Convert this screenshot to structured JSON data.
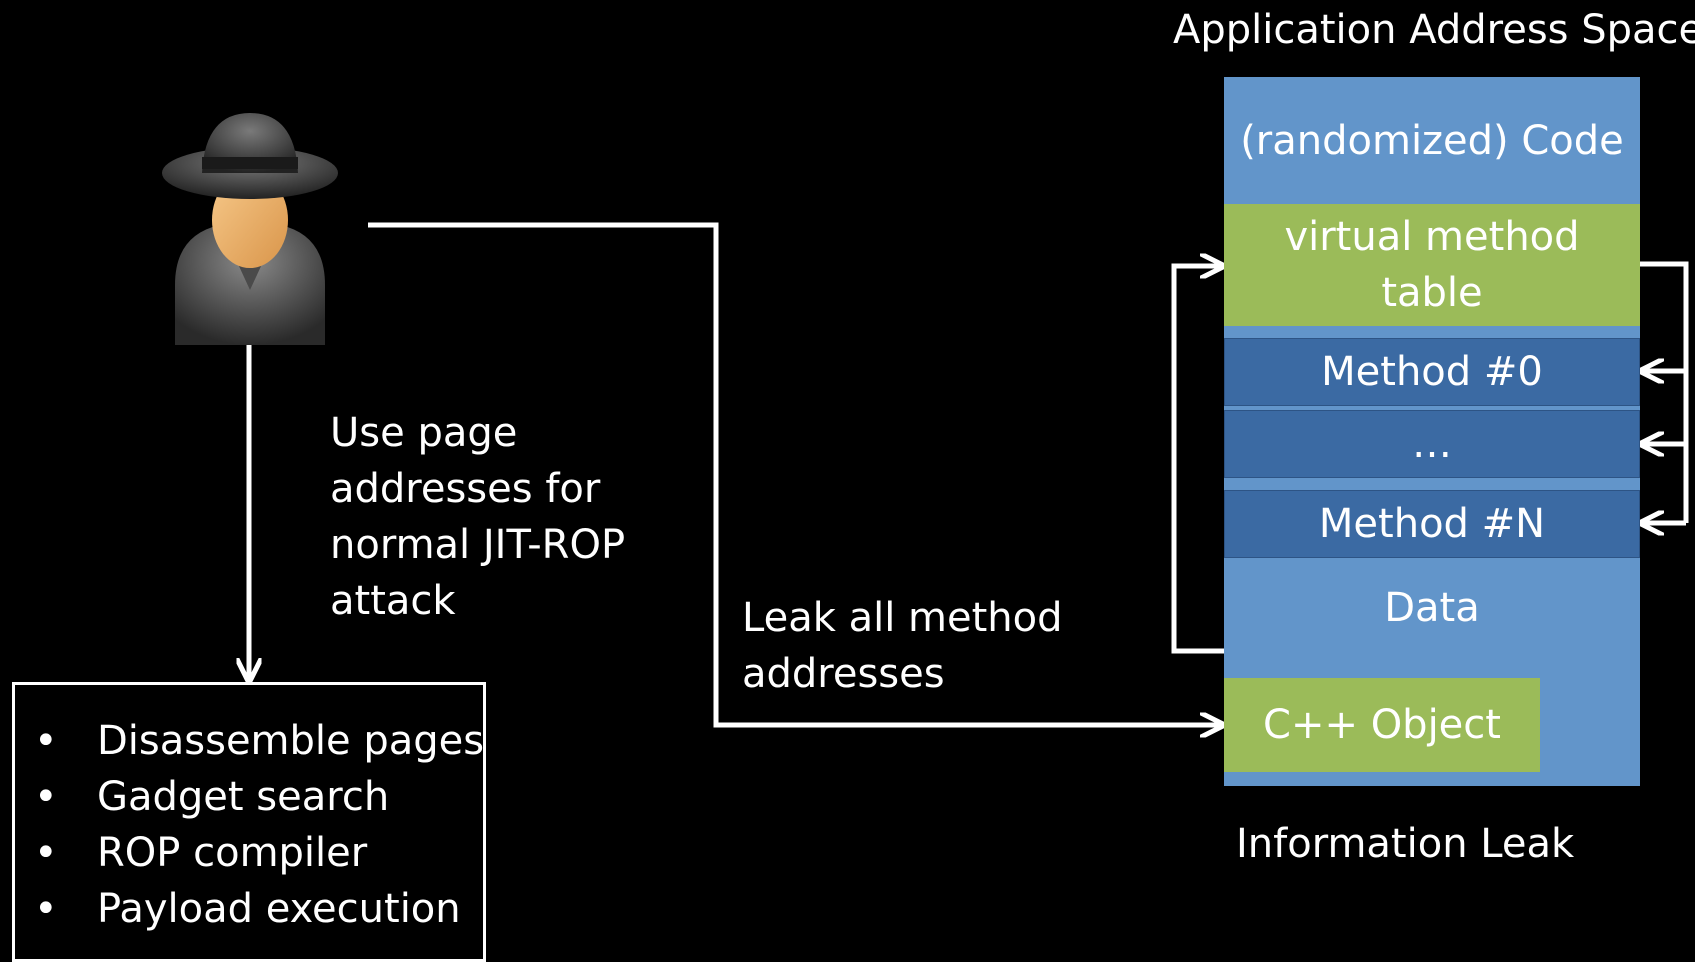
{
  "header": {
    "title": "Application Address Space"
  },
  "memory": {
    "code": "(randomized) Code",
    "vtable": "virtual method table",
    "method0": "Method #0",
    "ellipsis": "…",
    "methodN": "Method #N",
    "data": "Data",
    "cpp_object": "C++ Object"
  },
  "caption": "Information Leak",
  "labels": {
    "use_pages": [
      "Use page",
      "addresses for",
      "normal JIT-ROP",
      "attack"
    ],
    "leak": [
      "Leak all method",
      "addresses"
    ]
  },
  "steps": [
    "Disassemble pages",
    "Gadget search",
    "ROP compiler",
    "Payload execution"
  ],
  "colors": {
    "light_block": "#6295ca",
    "vtable": "#9bbb59",
    "method_block": "#3b6aa3",
    "background": "#000000"
  }
}
